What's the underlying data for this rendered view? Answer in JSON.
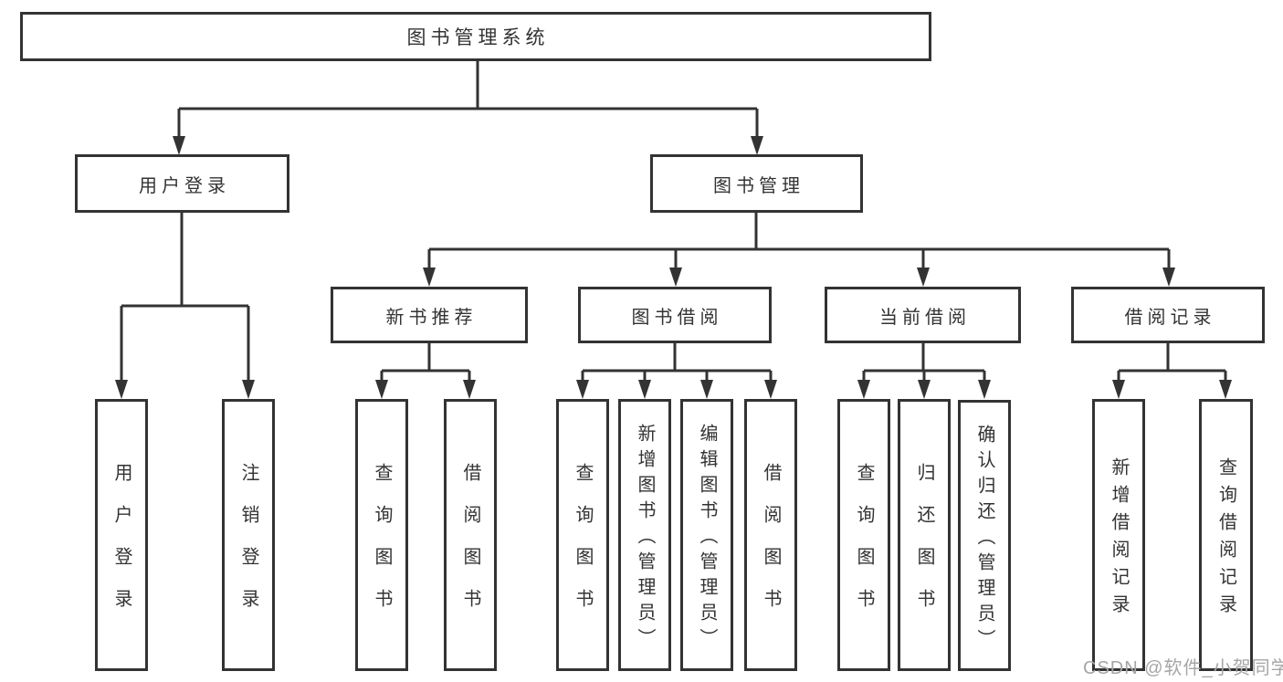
{
  "tree": {
    "root": "图书管理系统",
    "children": [
      {
        "label": "用户登录",
        "children": [
          {
            "label": "用户登录"
          },
          {
            "label": "注销登录"
          }
        ]
      },
      {
        "label": "图书管理",
        "children": [
          {
            "label": "新书推荐",
            "children": [
              {
                "label": "查询图书"
              },
              {
                "label": "借阅图书"
              }
            ]
          },
          {
            "label": "图书借阅",
            "children": [
              {
                "label": "查询图书"
              },
              {
                "label": "新增图书（管理员）"
              },
              {
                "label": "编辑图书（管理员）"
              },
              {
                "label": "借阅图书"
              }
            ]
          },
          {
            "label": "当前借阅",
            "children": [
              {
                "label": "查询图书"
              },
              {
                "label": "归还图书"
              },
              {
                "label": "确认归还（管理员）"
              }
            ]
          },
          {
            "label": "借阅记录",
            "children": [
              {
                "label": "新增借阅记录"
              },
              {
                "label": "查询借阅记录"
              }
            ]
          }
        ]
      }
    ]
  },
  "watermark": "CSDN @软件_小贺同学",
  "colors": {
    "line": "#333333",
    "text": "#333333",
    "watermark": "#a6a6a6",
    "background": "#ffffff"
  }
}
